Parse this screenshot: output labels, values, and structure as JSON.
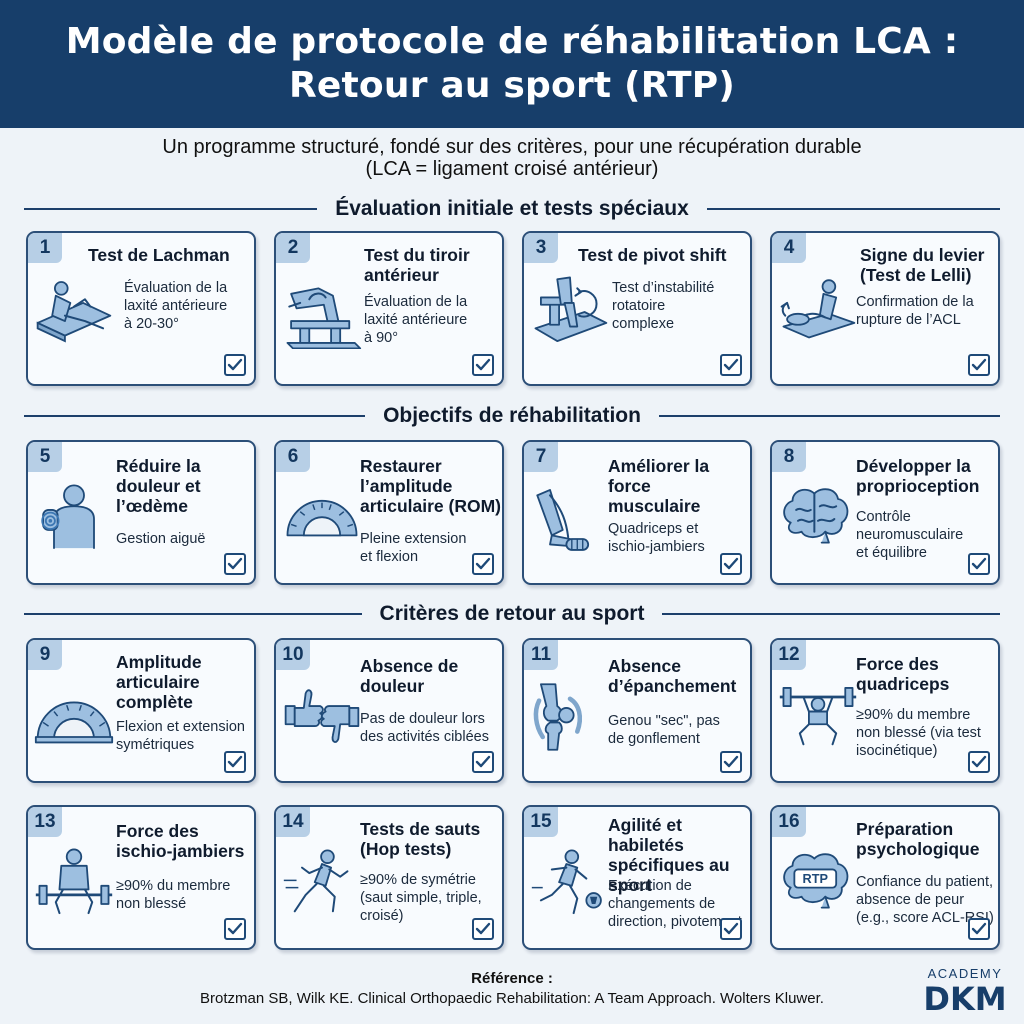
{
  "header": {
    "title_line1": "Modèle de protocole de réhabilitation LCA :",
    "title_line2": "Retour au sport (RTP)"
  },
  "subtitle": {
    "line1": "Un programme structuré, fondé sur des critères, pour une récupération durable",
    "line2": "(LCA = ligament croisé antérieur)"
  },
  "sections": {
    "s1": "Évaluation initiale et tests spéciaux",
    "s2": "Objectifs de réhabilitation",
    "s3": "Critères de retour au sport"
  },
  "cards": [
    {
      "num": "1",
      "title": "Test de Lachman",
      "desc": "Évaluation de la\nlaxité antérieure\nà 20-30°",
      "icon": "lachman-test-icon"
    },
    {
      "num": "2",
      "title": "Test du tiroir\nantérieur",
      "desc": "Évaluation de la\nlaxité antérieure\nà 90°",
      "icon": "drawer-test-icon"
    },
    {
      "num": "3",
      "title": "Test de pivot shift",
      "desc": "Test d’instabilité\nrotatoire\ncomplexe",
      "icon": "pivot-shift-icon"
    },
    {
      "num": "4",
      "title": "Signe du levier\n(Test de Lelli)",
      "desc": "Confirmation de la\nrupture de l’ACL",
      "icon": "lever-sign-icon"
    },
    {
      "num": "5",
      "title": "Réduire la\ndouleur et\nl’œdème",
      "desc": "Gestion aiguë",
      "icon": "pain-knee-icon"
    },
    {
      "num": "6",
      "title": "Restaurer\nl’amplitude\narticulaire (ROM)",
      "desc": "Pleine extension\net flexion",
      "icon": "goniometer-icon"
    },
    {
      "num": "7",
      "title": "Améliorer la\nforce\nmusculaire",
      "desc": "Quadriceps et\nischio-jambiers",
      "icon": "leg-band-icon"
    },
    {
      "num": "8",
      "title": "Développer la\nproprioception",
      "desc": "Contrôle\nneuromusculaire\net équilibre",
      "icon": "brain-icon"
    },
    {
      "num": "9",
      "title": "Amplitude\narticulaire\ncomplète",
      "desc": "Flexion et extension\nsymétriques",
      "icon": "protractor-icon"
    },
    {
      "num": "10",
      "title": "Absence de\ndouleur",
      "desc": "Pas de douleur lors\ndes activités ciblées",
      "icon": "thumbs-icon"
    },
    {
      "num": "11",
      "title": "Absence\nd’épanchement",
      "desc": "Genou \"sec\", pas\nde gonflement",
      "icon": "knee-joint-icon"
    },
    {
      "num": "12",
      "title": "Force des\nquadriceps",
      "desc": "≥90% du membre\nnon blessé (via test\nisocinétique)",
      "icon": "barbell-squat-icon"
    },
    {
      "num": "13",
      "title": "Force des\nischio-jambiers",
      "desc": "≥90% du membre\nnon blessé",
      "icon": "barbell-deadlift-icon"
    },
    {
      "num": "14",
      "title": "Tests de sauts\n(Hop tests)",
      "desc": "≥90% de symétrie\n(saut simple, triple,\ncroisé)",
      "icon": "running-jump-icon"
    },
    {
      "num": "15",
      "title": "Agilité et habiletés\nspécifiques au\nsport",
      "desc": "Exécution de\nchangements de\ndirection, pivotement",
      "icon": "soccer-player-icon"
    },
    {
      "num": "16",
      "title": "Préparation\npsychologique",
      "desc": "Confiance du patient,\nabsence de peur\n(e.g., score ACL-RSI)",
      "icon": "brain-rtp-icon",
      "icon_text": "RTP"
    }
  ],
  "footer": {
    "ref_label": "Référence :",
    "ref_text": "Brotzman SB, Wilk KE. Clinical Orthopaedic Rehabilitation: A Team Approach. Wolters Kluwer.",
    "logo_top": "ACADEMY",
    "logo_main": "DKM"
  },
  "colors": {
    "header_bg": "#173e6a",
    "card_border": "#2c4f78",
    "number_bg": "#b7cfe6",
    "icon_fill": "#9dbfe0",
    "icon_stroke": "#1f4a78"
  }
}
